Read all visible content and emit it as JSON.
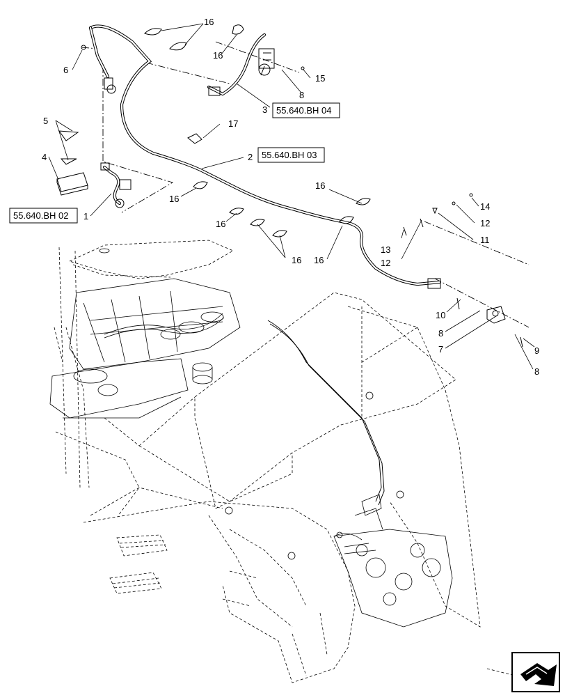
{
  "callouts": [
    {
      "id": "c16a",
      "text": "16"
    },
    {
      "id": "c16b",
      "text": "16"
    },
    {
      "id": "c6",
      "text": "6"
    },
    {
      "id": "c15",
      "text": "15"
    },
    {
      "id": "c8a",
      "text": "8"
    },
    {
      "id": "c3",
      "text": "3"
    },
    {
      "id": "c17",
      "text": "17"
    },
    {
      "id": "c5",
      "text": "5"
    },
    {
      "id": "c4",
      "text": "4"
    },
    {
      "id": "c2",
      "text": "2"
    },
    {
      "id": "c16c",
      "text": "16"
    },
    {
      "id": "c16d",
      "text": "16"
    },
    {
      "id": "c14",
      "text": "14"
    },
    {
      "id": "c1",
      "text": "1"
    },
    {
      "id": "c12a",
      "text": "12"
    },
    {
      "id": "c16e",
      "text": "16"
    },
    {
      "id": "c11",
      "text": "11"
    },
    {
      "id": "c13",
      "text": "13"
    },
    {
      "id": "c12b",
      "text": "12"
    },
    {
      "id": "c16f",
      "text": "16"
    },
    {
      "id": "c16g",
      "text": "16"
    },
    {
      "id": "c10",
      "text": "10"
    },
    {
      "id": "c8b",
      "text": "8"
    },
    {
      "id": "c7",
      "text": "7"
    },
    {
      "id": "c9",
      "text": "9"
    },
    {
      "id": "c8c",
      "text": "8"
    }
  ],
  "references": {
    "ref_bh04": "55.640.BH 04",
    "ref_bh03": "55.640.BH 03",
    "ref_bh02": "55.640.BH 02"
  },
  "icons": {
    "view_arrow": "iso-view-arrow-icon"
  }
}
